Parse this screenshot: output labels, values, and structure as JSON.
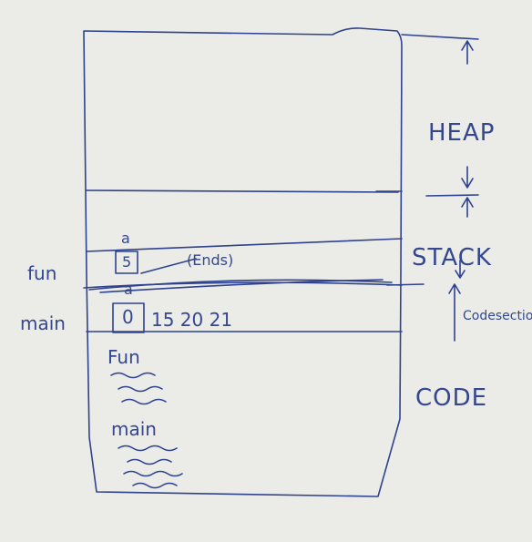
{
  "diagram": {
    "sections": {
      "heap": "HEAP",
      "stack": "STACK",
      "code": "CODE"
    },
    "frames": {
      "fun": {
        "label": "fun",
        "var_name": "a",
        "var_value": "5",
        "note": "(Ends)"
      },
      "main": {
        "label": "main",
        "var_name": "a",
        "var_value": "0",
        "history": "15 20 21"
      }
    },
    "code_section_label": "Codesection",
    "code_entries": {
      "fun": "Fun",
      "main": "main"
    }
  }
}
